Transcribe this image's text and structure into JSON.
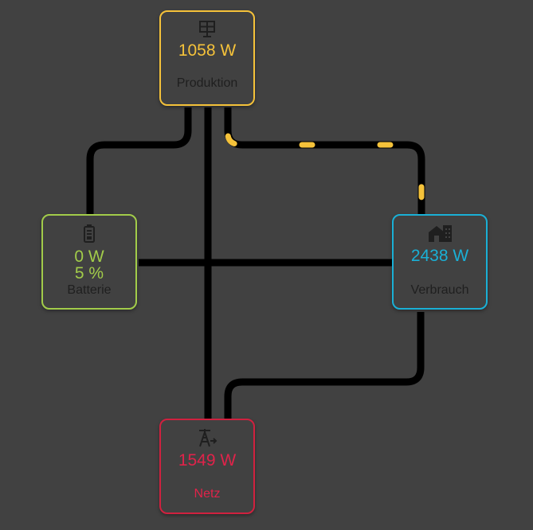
{
  "production": {
    "value": "1058 W",
    "label": "Produktion",
    "icon": "solar-panel-icon",
    "color": "#f5c23a"
  },
  "battery": {
    "power": "0 W",
    "soc": "5 %",
    "label": "Batterie",
    "icon": "battery-icon",
    "color": "#a2cc4a"
  },
  "consumption": {
    "value": "2438 W",
    "label": "Verbrauch",
    "icon": "house-icon",
    "color": "#1ab0d6"
  },
  "grid": {
    "value": "1549 W",
    "label": "Netz",
    "icon": "power-tower-icon",
    "color": "#e0234a"
  }
}
